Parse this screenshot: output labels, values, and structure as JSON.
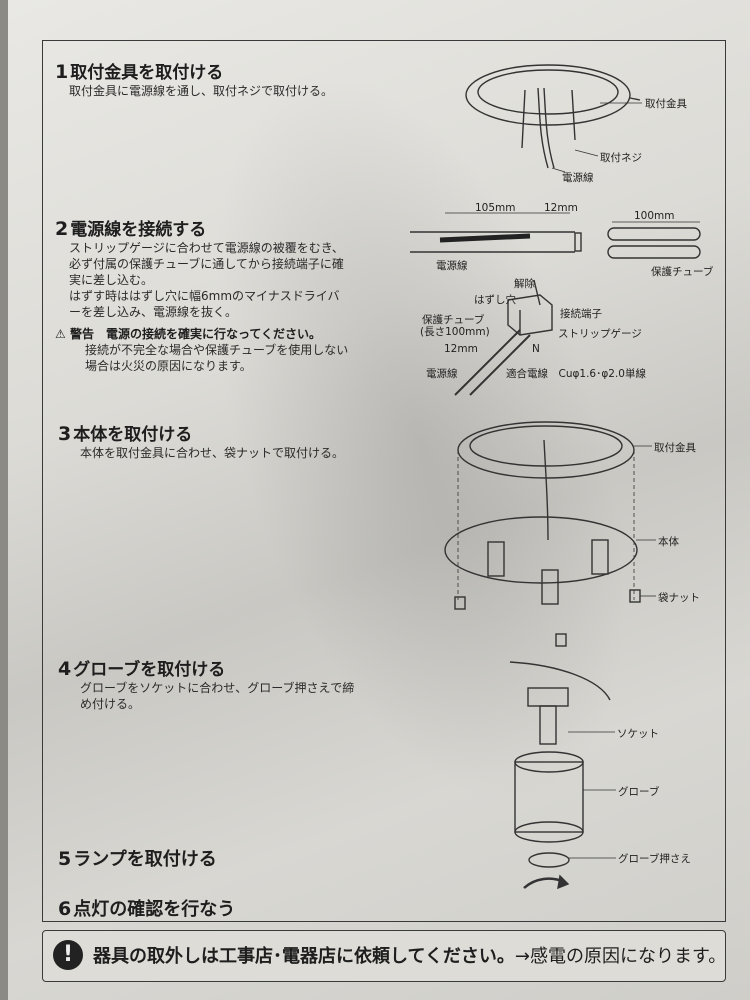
{
  "steps": [
    {
      "num": "1",
      "title": "取付金具を取付ける",
      "body": [
        "取付金具に電源線を通し、取付ネジで取付ける。"
      ]
    },
    {
      "num": "2",
      "title": "電源線を接続する",
      "body": [
        "ストリップゲージに合わせて電源線の被覆をむき、",
        "必ず付属の保護チューブに通してから接続端子に確",
        "実に差し込む。",
        "はずす時ははずし穴に幅6mmのマイナスドライバ",
        "ーを差し込み、電源線を抜く。"
      ],
      "warning_title": "警告　電源の接続を確実に行なってください。",
      "warning_body": [
        "接続が不完全な場合や保護チューブを使用しない",
        "場合は火災の原因になります。"
      ]
    },
    {
      "num": "3",
      "title": "本体を取付ける",
      "body": [
        "本体を取付金具に合わせ、袋ナットで取付ける。"
      ]
    },
    {
      "num": "4",
      "title": "グローブを取付ける",
      "body": [
        "グローブをソケットに合わせ、グローブ押さえで締",
        "め付ける。"
      ]
    },
    {
      "num": "5",
      "title": "ランプを取付ける"
    },
    {
      "num": "6",
      "title": "点灯の確認を行なう"
    }
  ],
  "fig1": {
    "bracket": "取付金具",
    "screw": "取付ネジ",
    "wire": "電源線"
  },
  "fig2": {
    "dim_a": "105mm",
    "dim_b": "12mm",
    "dim_c": "100mm",
    "wire": "電源線",
    "tube": "保護チューブ",
    "release": "解除",
    "hole": "はずし穴",
    "terminal": "接続端子",
    "tube_len": "保護チューブ",
    "tube_len2": "(長さ100mm)",
    "gauge": "ストリップゲージ",
    "dim_d": "12mm",
    "n_mark": "N",
    "wire2": "電源線",
    "spec": "適合電線　Cuφ1.6･φ2.0単線"
  },
  "fig3": {
    "bracket": "取付金具",
    "body": "本体",
    "nut": "袋ナット"
  },
  "fig4": {
    "socket": "ソケット",
    "globe": "グローブ",
    "retainer": "グローブ押さえ"
  },
  "footer": {
    "main": "器具の取外しは工事店･電器店に依頼してください。",
    "tail": "→感電の原因になります。"
  }
}
